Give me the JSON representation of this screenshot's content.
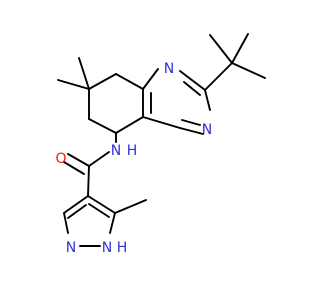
{
  "molecule": {
    "atoms": {
      "n_pyrimidine_top": "N",
      "n_pyrimidine_bottom": "N",
      "n_amide": "N",
      "h_amide": "H",
      "o_carbonyl": "O",
      "n_pyrazole_upper": "N",
      "n_pyrazole_nh": "N",
      "h_pyrazole_nh": "H"
    },
    "colors": {
      "bond": "#000000",
      "nitrogen": "#2f32d7",
      "oxygen": "#e8220d"
    }
  }
}
